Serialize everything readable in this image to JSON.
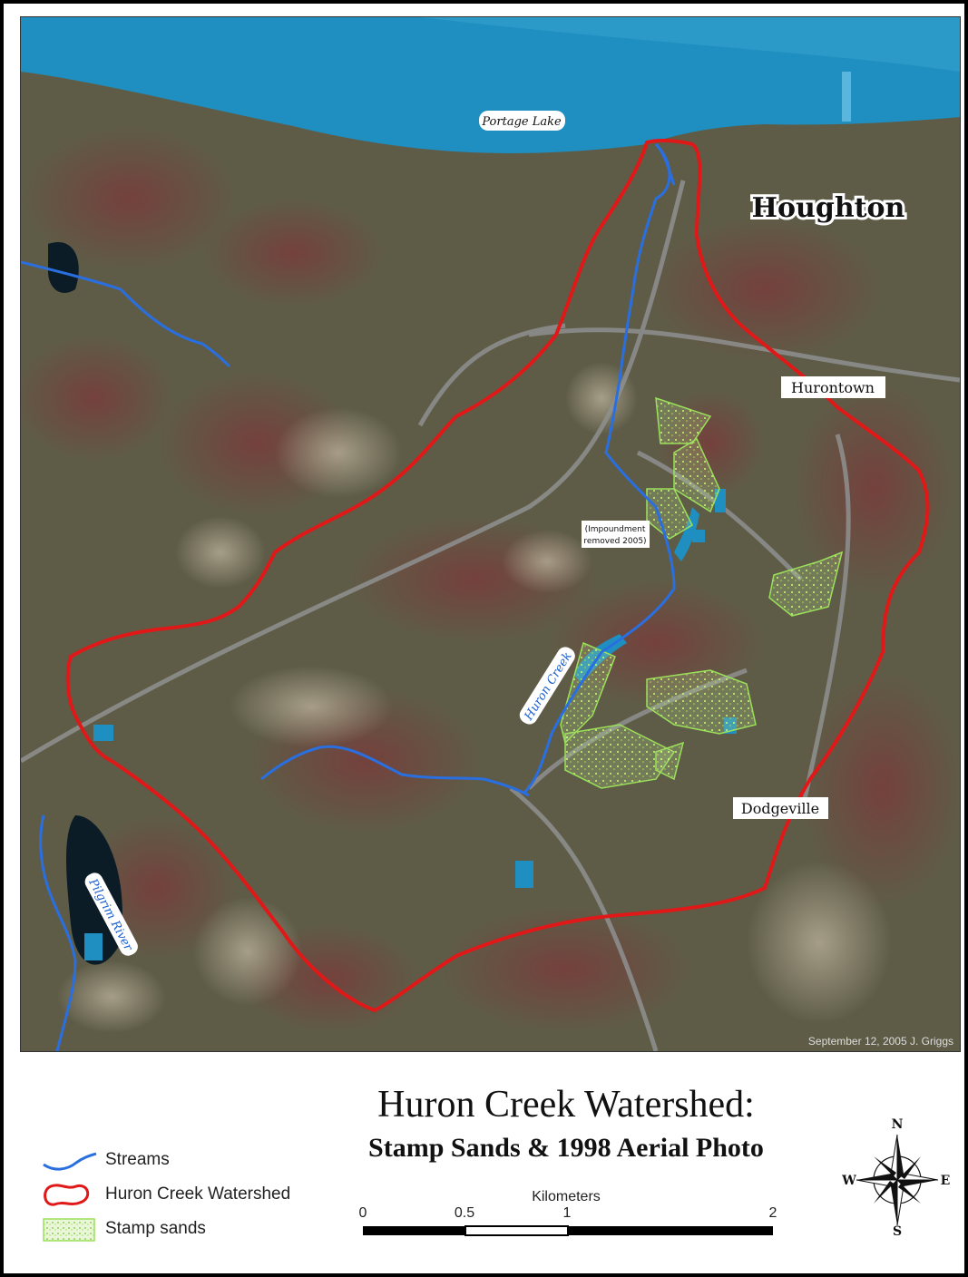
{
  "map": {
    "labels": {
      "lake": "Portage Lake",
      "city": "Houghton",
      "town1": "Hurontown",
      "town2": "Dodgeville",
      "creek": "Huron Creek",
      "river": "Pilgrim River",
      "note_line1": "(Impoundment",
      "note_line2": "removed 2005)"
    },
    "credit": "September 12, 2005    J. Griggs"
  },
  "title": "Huron Creek Watershed:",
  "subtitle": "Stamp Sands & 1998 Aerial Photo",
  "legend": {
    "items": [
      {
        "label": "Streams",
        "symbol": "stream-line"
      },
      {
        "label": "Huron Creek Watershed",
        "symbol": "watershed-outline"
      },
      {
        "label": "Stamp sands",
        "symbol": "stamp-sands-fill"
      }
    ]
  },
  "scale": {
    "unit": "Kilometers",
    "ticks": [
      "0",
      "0.5",
      "1",
      "2"
    ]
  },
  "compass": {
    "n": "N",
    "s": "S",
    "e": "E",
    "w": "W"
  },
  "colors": {
    "water": "#1e8fc0",
    "stream": "#2a6fe0",
    "watershed": "#e01818",
    "stamp_sands": "#9be05a"
  }
}
